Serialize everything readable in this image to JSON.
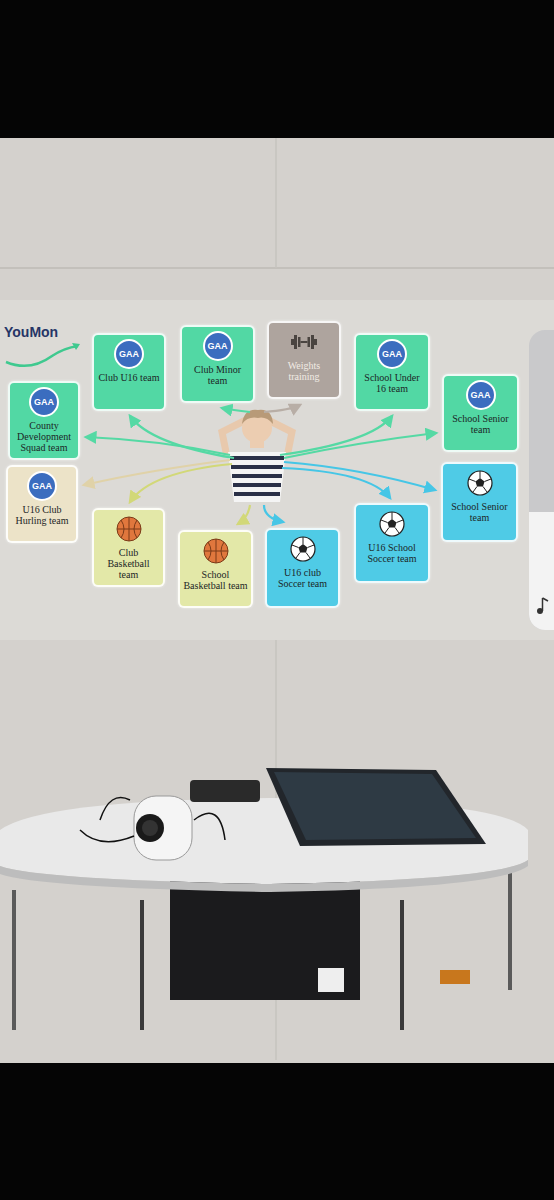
{
  "diagram": {
    "nodes": [
      {
        "text": [
          "GAA",
          "Club U16 team"
        ]
      },
      {
        "text": [
          "GAA",
          "Club Minor team"
        ]
      },
      {
        "text": [
          "Weights training"
        ]
      },
      {
        "text": [
          "GAA",
          "School Under 16 team"
        ]
      },
      {
        "text": [
          "GAA",
          "County Development Squad team"
        ]
      },
      {
        "text": [
          "GAA",
          "School Senior team"
        ]
      },
      {
        "text": [
          "GAA",
          "U16 Club Hurling team"
        ]
      },
      {
        "text": [
          "School Senior team"
        ]
      },
      {
        "text": [
          "Club Basketball team"
        ]
      },
      {
        "text": [
          "U16 School Soccer team"
        ]
      },
      {
        "text": [
          "School Basketball team"
        ]
      },
      {
        "text": [
          "U16 club Soccer team"
        ]
      }
    ],
    "labels": [
      "YouMon"
    ]
  }
}
